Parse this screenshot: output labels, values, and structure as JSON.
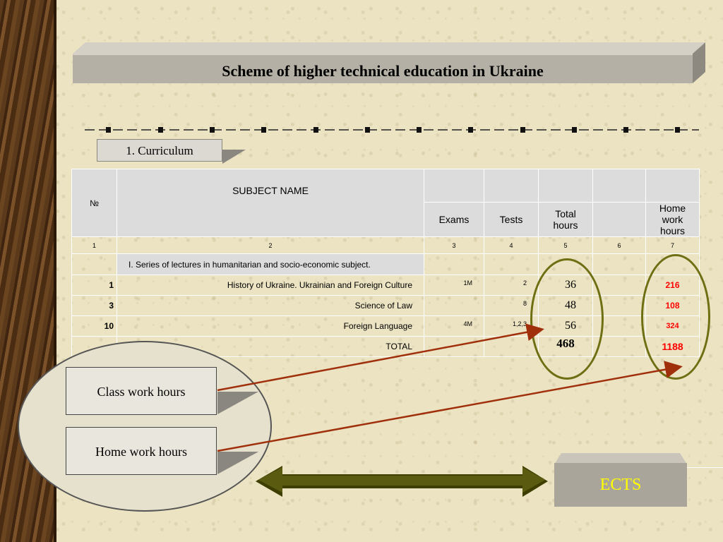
{
  "title": "Scheme of higher technical education in Ukraine",
  "curriculum_label": "1. Curriculum",
  "table": {
    "header": {
      "no": "№",
      "subject": "SUBJECT NAME",
      "exams": "Exams",
      "tests": "Tests",
      "total_hours": "Total hours",
      "home_work_hours": "Home work hours"
    },
    "col_numbers": [
      "1",
      "2",
      "3",
      "4",
      "5",
      "6",
      "7"
    ],
    "section": "I. Series of lectures in humanitarian and socio-economic subject.",
    "rows": [
      {
        "no": "1",
        "subject": "History of Ukraine. Ukrainian and Foreign Culture",
        "exams": "1M",
        "tests": "2",
        "total": "36",
        "home": "216"
      },
      {
        "no": "3",
        "subject": "Science of Law",
        "exams": "",
        "tests": "8",
        "total": "48",
        "home": "108"
      },
      {
        "no": "10",
        "subject": "Foreign Language",
        "exams": "4M",
        "tests": "1,2,3",
        "total": "56",
        "home": "324"
      }
    ],
    "total_label": "TOTAL",
    "total_hours": "468",
    "total_home": "1188"
  },
  "labels": {
    "class_work": "Class work hours",
    "home_work": "Home work hours"
  },
  "ects": "ECTS",
  "colors": {
    "home_values": "#ff0000",
    "ects_text": "#ffff00",
    "arrow": "#a0300c",
    "oval": "#6e6e12"
  }
}
